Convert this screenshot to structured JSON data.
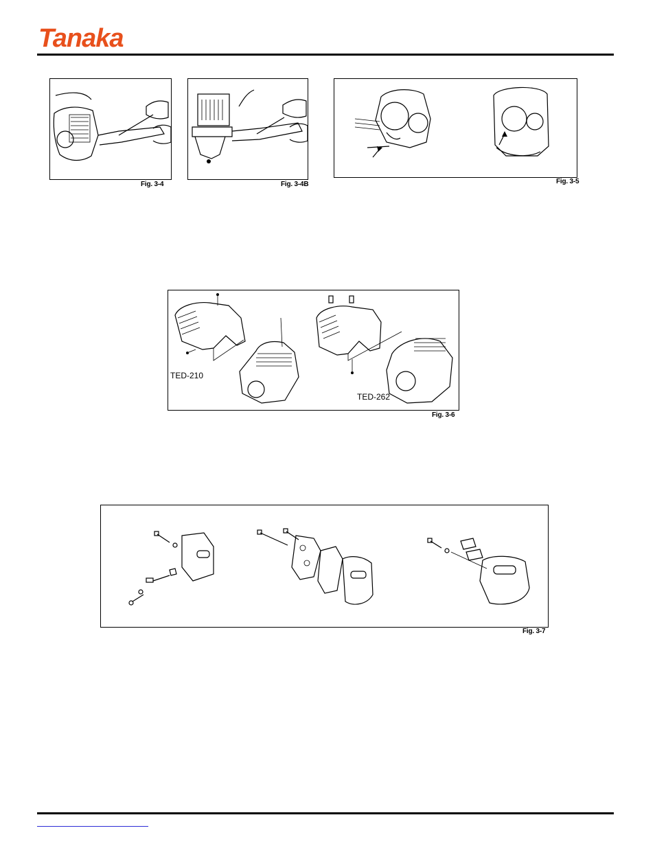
{
  "header": {
    "brand": "Tanaka",
    "brand_color": "#e8501c"
  },
  "figures": {
    "fig_3_4": {
      "caption": "Fig. 3-4"
    },
    "fig_3_4b": {
      "caption": "Fig. 3-4B"
    },
    "fig_3_5": {
      "caption": "Fig. 3-5"
    },
    "fig_3_6": {
      "caption": "Fig. 3-6",
      "model_left": "TED-210",
      "model_right": "TED-262"
    },
    "fig_3_7": {
      "caption": "Fig. 3-7"
    }
  },
  "footer": {
    "link_color": "#2b2bd6"
  }
}
